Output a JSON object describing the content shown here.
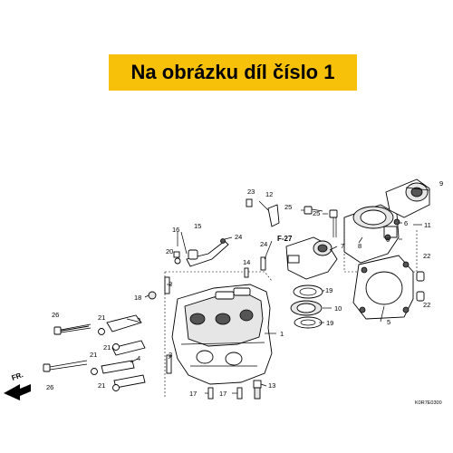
{
  "banner": {
    "text": "Na obrázku díl číslo 1"
  },
  "labels": {
    "l1": "1",
    "l2a": "2",
    "l2b": "2",
    "l3": "3",
    "l4": "4",
    "l5": "5",
    "l6a": "6",
    "l6b": "6",
    "l7": "7",
    "l8": "8",
    "l9": "9",
    "l10": "10",
    "l11": "11",
    "l12": "12",
    "l13": "13",
    "l14": "14",
    "l15": "15",
    "l16": "16",
    "l17a": "17",
    "l17b": "17",
    "l18": "18",
    "l19a": "19",
    "l19b": "19",
    "l20": "20",
    "l21a": "21",
    "l21b": "21",
    "l21c": "21",
    "l21d": "21",
    "l22a": "22",
    "l22b": "22",
    "l23": "23",
    "l24a": "24",
    "l24b": "24",
    "l25a": "25",
    "l25b": "25",
    "l26a": "26",
    "l26b": "26"
  },
  "ref": {
    "f27": "F-27",
    "fr": "FR.",
    "code": "K0R7E0300"
  }
}
